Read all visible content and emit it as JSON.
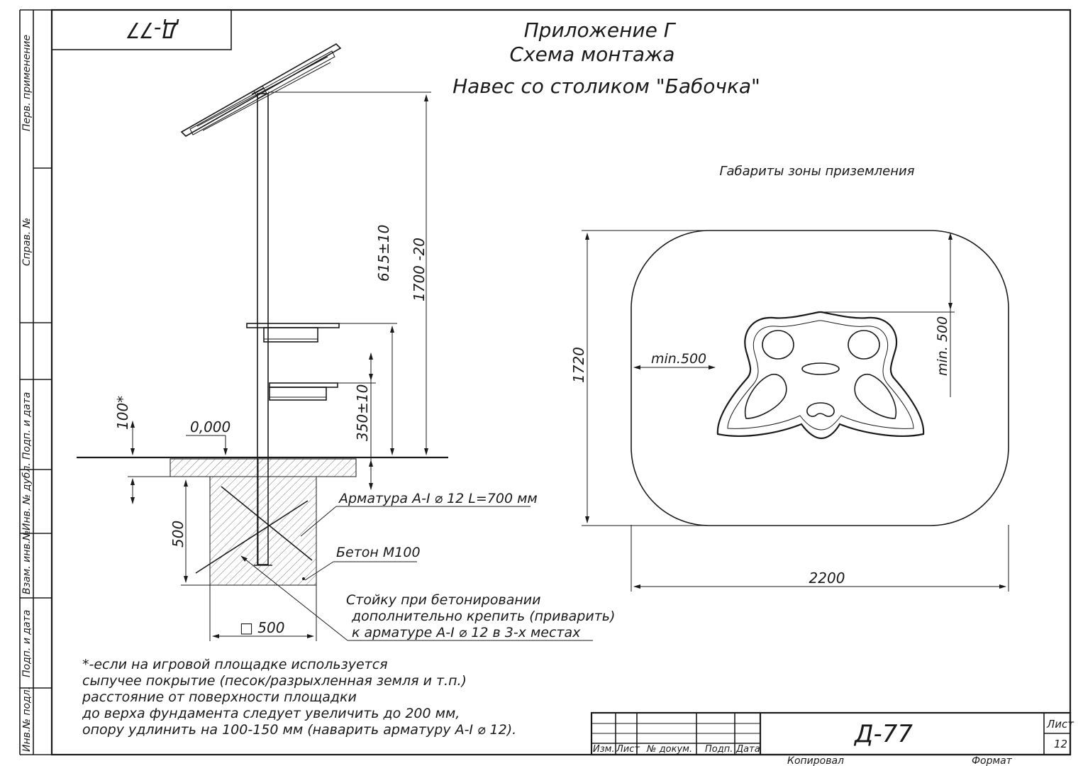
{
  "stamp_top": "Д-77",
  "title": {
    "line1": "Приложение Г",
    "line2": "Схема монтажа",
    "line3": "Навес со столиком \"Бабочка\""
  },
  "zone_caption": "Габариты зоны приземления",
  "side_strip": {
    "perv": "Перв. применение",
    "sprav": "Справ. №",
    "podp1": "Подп. и дата",
    "inv_dubl": "Инв. № дубл.",
    "vzam": "Взам. инв.№",
    "podp2": "Подп. и дата",
    "inv_podl": "Инв.№ подл."
  },
  "elevation": {
    "dim_total": "1700 -20",
    "dim_upper": "615±10",
    "dim_lower": "350±10",
    "dim_cover": "100*",
    "level": "0,000",
    "dim_depth": "500",
    "dim_base": "□ 500",
    "callout_rebar": "Арматура А-I ⌀ 12 L=700 мм",
    "callout_concrete": "Бетон М100",
    "callout_note_1": "Стойку при бетонировании",
    "callout_note_2": "дополнительно крепить (приварить)",
    "callout_note_3": "к  арматуре А-I ⌀ 12 в 3-х местах"
  },
  "plan": {
    "dim_width": "2200",
    "dim_height": "1720",
    "dim_min_left": "min.500",
    "dim_min_top": "min. 500"
  },
  "footnote": [
    "*-если на игровой площадке используется",
    "сыпучее покрытие (песок/разрыхленная земля и т.п.)",
    "расстояние от поверхности площадки",
    "до верха фундамента  следует увеличить до 200 мм,",
    "опору удлинить на 100-150 мм (наварить арматуру А-I  ⌀ 12)."
  ],
  "title_block": {
    "code": "Д-77",
    "izm": "Изм.",
    "list": "Лист",
    "doc": "№ докум.",
    "podp": "Подп.",
    "data": "Дата",
    "sheet_label": "Лист",
    "sheet_no": "12",
    "kopiroval": "Копировал",
    "format": "Формат"
  }
}
